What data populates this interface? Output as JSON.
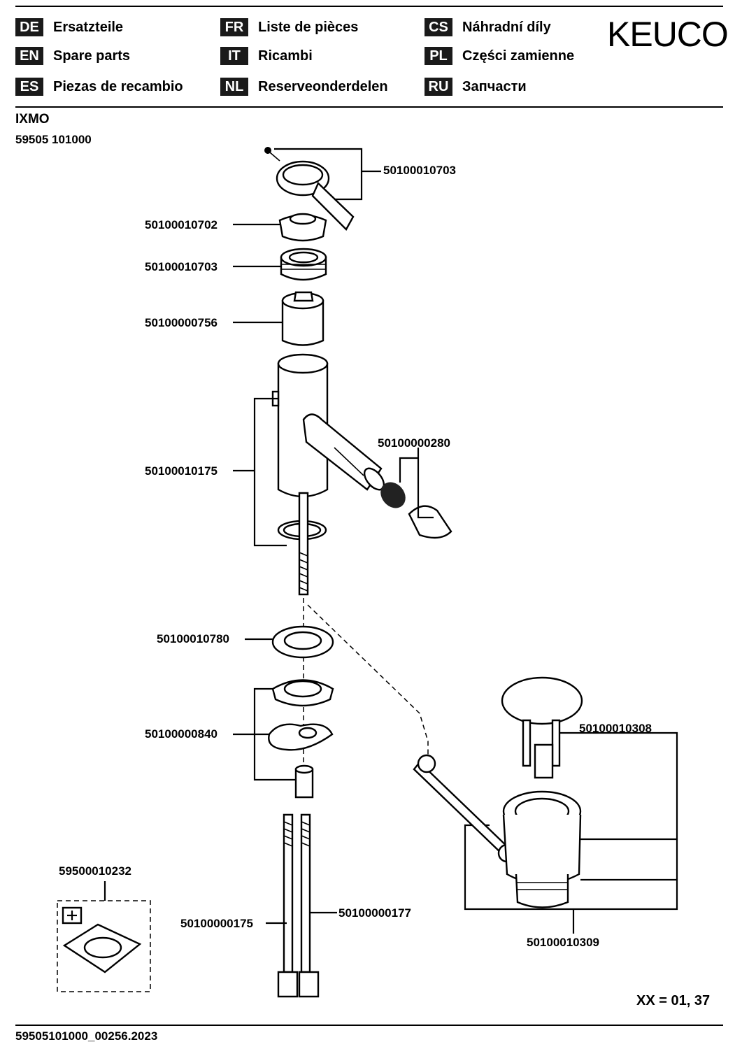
{
  "brand": "KEUCO",
  "languages": [
    {
      "code": "DE",
      "label": "Ersatzteile"
    },
    {
      "code": "FR",
      "label": "Liste de pièces"
    },
    {
      "code": "CS",
      "label": "Náhradní díly"
    },
    {
      "code": "EN",
      "label": "Spare parts"
    },
    {
      "code": "IT",
      "label": "Ricambi"
    },
    {
      "code": "PL",
      "label": "Części zamienne"
    },
    {
      "code": "ES",
      "label": "Piezas de recambio"
    },
    {
      "code": "NL",
      "label": "Reserveonderdelen"
    },
    {
      "code": "RU",
      "label": "Запчасти"
    }
  ],
  "product": {
    "name": "IXMO",
    "number": "59505 101000"
  },
  "parts": {
    "lever": "50100010703",
    "cap": "50100010702",
    "nut": "50100010703",
    "cartridge": "50100000756",
    "body": "50100010175",
    "aerator": "50100000280",
    "gasket_ring": "50100010780",
    "fixing_set": "50100000840",
    "pop_up_plug": "50100010308",
    "accessory": "59500010232",
    "hose_left": "50100000175",
    "hose_right": "50100000177",
    "waste_valve": "50100010309"
  },
  "footer": {
    "page_ref": "XX = 01, 37",
    "document_id": "59505101000_00256.2023"
  }
}
